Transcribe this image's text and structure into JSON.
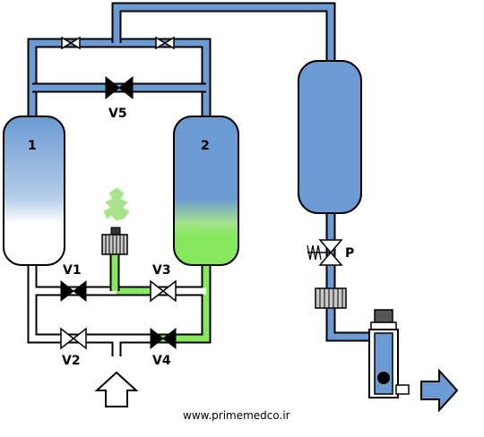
{
  "colors": {
    "pipe_blue": "#6b9bd2",
    "pipe_green": "#87e85f",
    "pipe_white": "#ffffff",
    "outline": "#000000",
    "vapor_green": "#a9e38c",
    "filter_gray": "#c8c8c8",
    "knob_dark": "#555555"
  },
  "labels": {
    "tank1": "1",
    "tank2": "2",
    "v1": "V1",
    "v2": "V2",
    "v3": "V3",
    "v4": "V4",
    "v5": "V5",
    "p": "P"
  },
  "footer": {
    "website": "www.primemedco.ir"
  }
}
